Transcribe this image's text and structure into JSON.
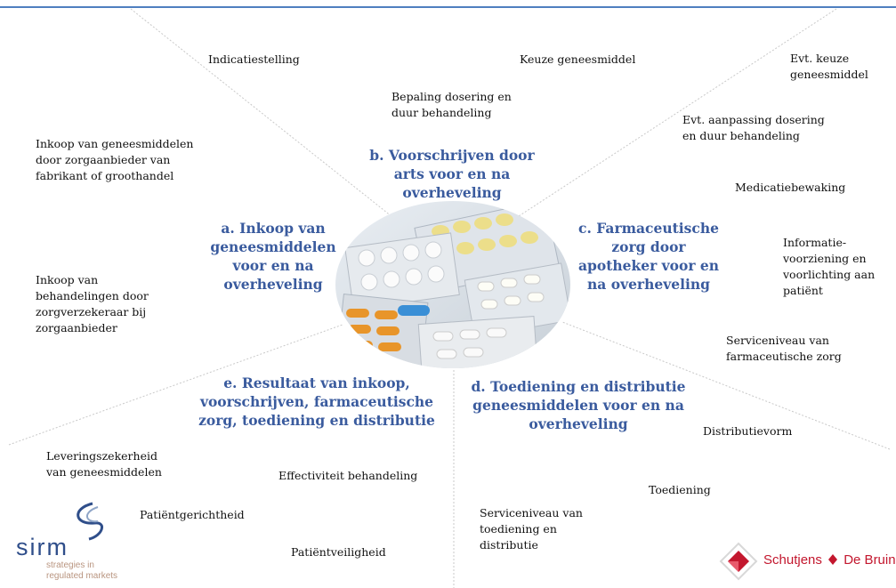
{
  "headers": {
    "a": "a. Inkoop van\ngeneesmiddelen\nvoor en na\noverheveling",
    "b": "b. Voorschrijven door\narts voor en na\noverheveling",
    "c": "c. Farmaceutische\nzorg door\napotheker voor en\nna overheveling",
    "d": "d. Toediening en distributie\ngeneesmiddelen voor en na\noverheveling",
    "e": "e. Resultaat van inkoop,\nvoorschrijven, farmaceutische\nzorg, toediening en distributie"
  },
  "labels": {
    "indicatiestelling": "Indicatiestelling",
    "keuze": "Keuze geneesmiddel",
    "evt_keuze": "Evt. keuze\ngeneesmiddel",
    "bepaling": "Bepaling dosering en\nduur behandeling",
    "evt_aanpassing": "Evt. aanpassing dosering\nen duur behandeling",
    "inkoop_gm": "Inkoop van geneesmiddelen\ndoor zorgaanbieder van\nfabrikant of groothandel",
    "medicatiebewaking": "Medicatiebewaking",
    "informatie": "Informatie-\nvoorziening en\nvoorlichting aan\npatiënt",
    "inkoop_beh": "Inkoop van\nbehandelingen door\nzorgverzekeraar bij\nzorgaanbieder",
    "serviceniveau_fz": "Serviceniveau van\nfarmaceutische zorg",
    "distributievorm": "Distributievorm",
    "leveringszekerheid": "Leveringszekerheid\nvan geneesmiddelen",
    "effectiviteit": "Effectiviteit behandeling",
    "toediening": "Toediening",
    "patientgerichtheid": "Patiëntgerichtheid",
    "serviceniveau_td": "Serviceniveau van\ntoediening en\ndistributie",
    "patientveiligheid": "Patiëntveiligheid"
  },
  "logos": {
    "sirm_wordmark": "sirm",
    "sirm_tagline": "strategies in\nregulated markets",
    "schutjens": "Schutjens",
    "debruin": "De Bruin"
  },
  "colors": {
    "header_blue": "#3a5b9e",
    "rule_blue": "#4f7fc0",
    "divider_gray": "#c9c9c9",
    "sirm_blue": "#2f4e8a",
    "sirm_tan": "#b99580",
    "schutjens_red": "#c3172e"
  }
}
